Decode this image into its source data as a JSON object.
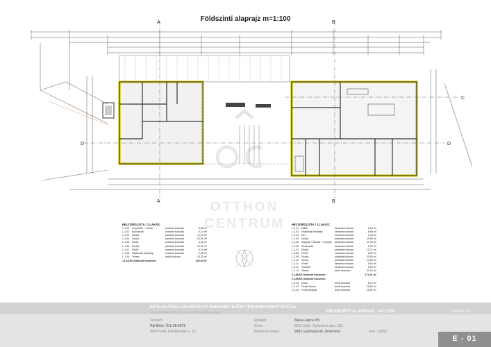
{
  "title": "Földszinti alaprajz m=1:100",
  "axes": {
    "a": "A",
    "b": "B",
    "c": "C",
    "d": "D"
  },
  "logo": {
    "line1": "OTTHON",
    "line2": "CENTRUM",
    "mark": "OC"
  },
  "table1": {
    "heading": "HELYISÉGLISTA / 1.LAKÁS:",
    "rows": [
      {
        "code": "L-1.01",
        "name": "Lépcsőtér + Tárolo",
        "finish": "kerámia burkolat",
        "area": "5,68 m²"
      },
      {
        "code": "L-1.02",
        "name": "Közlekedő",
        "finish": "kerámia burkolat",
        "area": "5,14 m²"
      },
      {
        "code": "L-1.03",
        "name": "Szoba",
        "finish": "parketta burkolat",
        "area": "11,29 m²"
      },
      {
        "code": "L-1.04",
        "name": "Szoba",
        "finish": "parketta burkolat",
        "area": "13,61 m²"
      },
      {
        "code": "L-1.05",
        "name": "Fürdő",
        "finish": "kerámia burkolat",
        "area": "6,32 m²"
      },
      {
        "code": "L-1.06",
        "name": "Szoba",
        "finish": "parketta burkolat",
        "area": "13,01 m²"
      },
      {
        "code": "L-1.07",
        "name": "Fürdő",
        "finish": "kerámia burkolat",
        "area": "6,10 m²"
      },
      {
        "code": "L-1.08",
        "name": "Háztartási helyiség",
        "finish": "kerámia burkolat",
        "area": "2,50 m²"
      },
      {
        "code": "L-1.09",
        "name": "Terasz",
        "finish": "térkő burkolat",
        "area": "33,20 m²"
      }
    ],
    "total_label": "1.LAKÁS földszint összesen:",
    "total_value": "100,00 m²"
  },
  "table2": {
    "heading": "HELYISÉGLISTA / 2.LAKÁS:",
    "rows": [
      {
        "code": "L-2.01",
        "name": "Előtér",
        "finish": "kerámia burkolat",
        "area": "6,13 m²"
      },
      {
        "code": "L-2.02",
        "name": "Háztartási helyiség",
        "finish": "kerámia burkolat",
        "area": "6,95 m²"
      },
      {
        "code": "L-2.03",
        "name": "WC",
        "finish": "kerámia burkolat",
        "area": "1,44 m²"
      },
      {
        "code": "L-2.04",
        "name": "Szoba",
        "finish": "parketta burkolat",
        "area": "11,66 m²"
      },
      {
        "code": "L-2.05",
        "name": "Nappali + Étkező + Konyha",
        "finish": "kerámia burkolat",
        "area": "47,35 m²"
      },
      {
        "code": "L-2.06",
        "name": "Közlekedő",
        "finish": "kerámia burkolat",
        "area": "5,70 m²"
      },
      {
        "code": "L-2.07",
        "name": "Szoba",
        "finish": "parketta burkolat",
        "area": "12,71 m²"
      },
      {
        "code": "L-2.08",
        "name": "Fürdő",
        "finish": "kerámia burkolat",
        "area": "6,92 m²"
      },
      {
        "code": "L-2.09",
        "name": "Szoba",
        "finish": "parketta burkolat",
        "area": "11,60 m²"
      },
      {
        "code": "L-2.10",
        "name": "Szoba",
        "finish": "parketta burkolat",
        "area": "13,50 m²"
      },
      {
        "code": "L-2.11",
        "name": "Fürdő",
        "finish": "kerámia burkolat",
        "area": "6,92 m²"
      },
      {
        "code": "L-2.12",
        "name": "Gardrób",
        "finish": "kerámia burkolat",
        "area": "5,00 m²"
      },
      {
        "code": "L-2.13",
        "name": "Terasz",
        "finish": "térkő burkolat",
        "area": "33,20 m²"
      }
    ],
    "total_label": "2.LAKÁS földszint összesen:",
    "total_value": "171,41 m²",
    "extra_heading": "2.LAKÁS földszint összesen:",
    "extra_rows": [
      {
        "code": "L-2.14",
        "name": "Kocsi",
        "finish": "térkő burkolat",
        "area": "8,70 m²"
      },
      {
        "code": "L-2.15",
        "name": "Fedett terasz",
        "finish": "térkő burkolat",
        "area": "25,60 m²"
      },
      {
        "code": "L-2.16",
        "name": "Fedett bejárat",
        "finish": "térkő burkolat",
        "area": "12,51 m²"
      }
    ]
  },
  "footer": {
    "project": "KÉTLAKÁSOS LAKÓÉPÜLET ENGEDÉLYEZÉSI TERVDOKUMENTÁCIÓJA",
    "project_sub": "Az e-hez tartozó leírás, fotó, ill. műleírás és a szakági tervek.",
    "sheet_title": "FÖLDSZINTI ALAPRAJZ - m=1:100",
    "date": "2024.06.06.",
    "designer_label": "Tervező:",
    "designer_name": "Pál Béla / É/1-08-0072",
    "designer_addr": "9024 Győr, Dembinszky u. 10.",
    "client_label": "Építtető:",
    "client_name": "Barai-Japra Kft.",
    "address_label": "Címe:",
    "address_value": "9012 Győr, Győzelem utca 135.",
    "site_label": "Építkezés helye:",
    "site_value": "9081 Győrújbarát, belterület",
    "lot": "hrsz.: 930/2",
    "sheet_code": "E - 01"
  }
}
